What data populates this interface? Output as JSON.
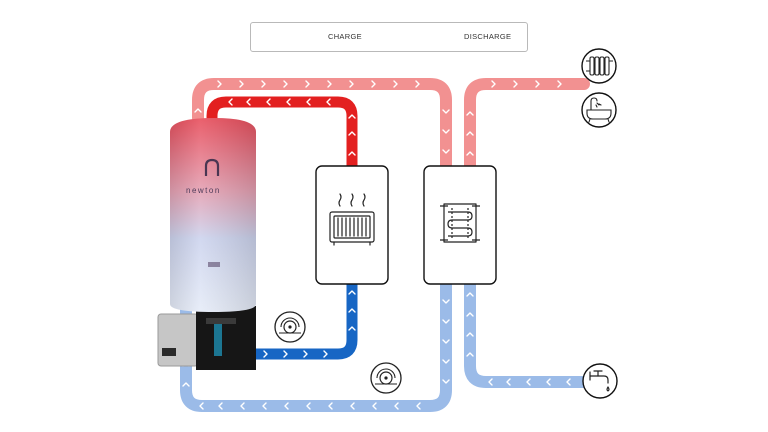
{
  "legend": {
    "charge_label": "CHARGE",
    "discharge_label": "DISCHARGE"
  },
  "tank": {
    "brand_name": "newton"
  },
  "colors": {
    "charge_blue": "#1565c0",
    "charge_red": "#e53935",
    "discharge_blue": "#8fb2e4",
    "discharge_red": "#f08a8a"
  },
  "icons": [
    "radiator-icon",
    "bathtub-icon",
    "tap-icon",
    "pump-icon",
    "heater-icon",
    "heat-exchanger-icon"
  ]
}
